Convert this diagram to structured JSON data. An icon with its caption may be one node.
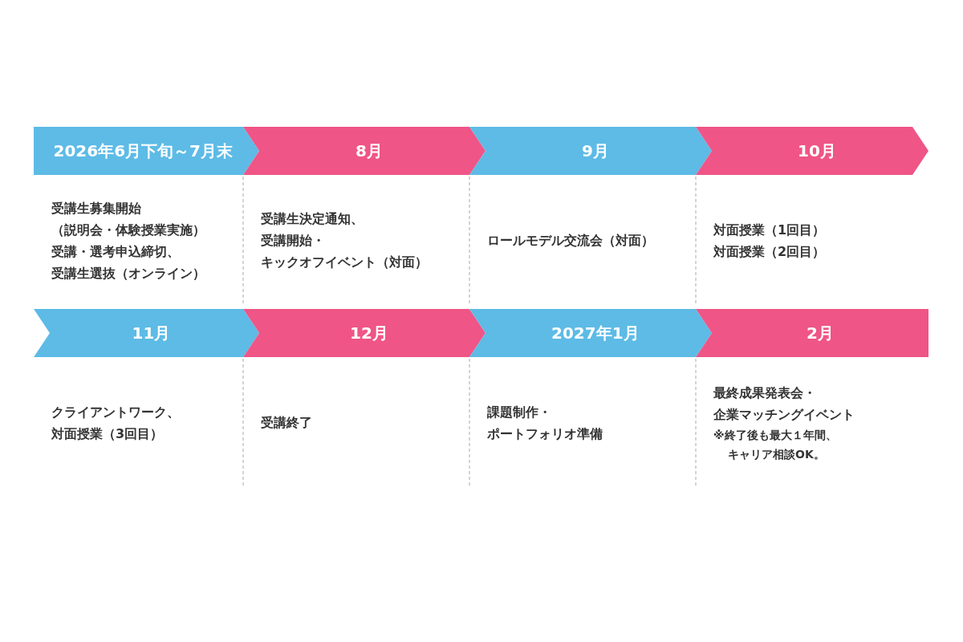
{
  "diagram": {
    "nodes": [
      {
        "text": [
          "2026年6月下旬～7月末"
        ]
      },
      {
        "text": [
          "8月"
        ]
      },
      {
        "text": [
          "9月"
        ]
      },
      {
        "text": [
          "10月"
        ]
      },
      {
        "text": [
          "11月"
        ]
      },
      {
        "text": [
          "12月"
        ]
      },
      {
        "text": [
          "2027年1月"
        ]
      },
      {
        "text": [
          "2月"
        ]
      }
    ],
    "labels": [
      "受講生募集開始",
      "（説明会・体験授業実施）",
      "受講・選考申込締切、",
      "受講生選抜（オンライン）",
      "受講生決定通知、",
      "受講開始・",
      "キックオフイベント（対面）",
      "ロールモデル交流会（対面）",
      "対面授業（1回目）",
      "対面授業（2回目）",
      "クライアントワーク、",
      "対面授業（3回目）",
      "受講終了",
      "課題制作・",
      "ポートフォリオ準備",
      "最終成果発表会・",
      "企業マッチングイベント",
      "※終了後も最大１年間、",
      "キャリア相談OK。"
    ]
  }
}
